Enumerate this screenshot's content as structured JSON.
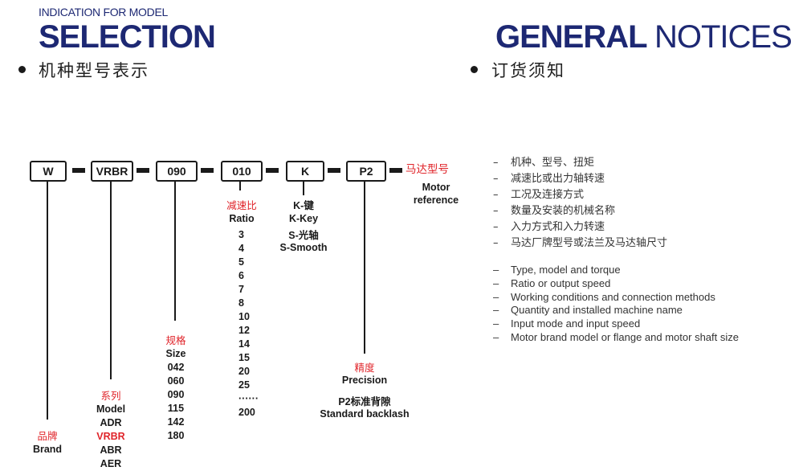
{
  "header_left": {
    "small": "INDICATION FOR MODEL",
    "big": "SELECTION",
    "cn": "机种型号表示"
  },
  "header_right": {
    "big_bold": "GENERAL",
    "big_light": "NOTICES",
    "cn": "订货须知"
  },
  "code": {
    "boxes": [
      "W",
      "VRBR",
      "090",
      "010",
      "K",
      "P2"
    ],
    "motor_cn": "马达型号",
    "motor_en_1": "Motor",
    "motor_en_2": "reference"
  },
  "brand": {
    "cn": "品牌",
    "en": "Brand"
  },
  "model": {
    "cn": "系列",
    "en": "Model",
    "items": [
      "ADR",
      "VRBR",
      "ABR",
      "AER"
    ],
    "highlight": "VRBR"
  },
  "size": {
    "cn": "规格",
    "en": "Size",
    "items": [
      "042",
      "060",
      "090",
      "115",
      "142",
      "180"
    ]
  },
  "ratio": {
    "cn": "减速比",
    "en": "Ratio",
    "items": [
      "3",
      "4",
      "5",
      "6",
      "7",
      "8",
      "10",
      "12",
      "14",
      "15",
      "20",
      "25",
      "······",
      "200"
    ]
  },
  "shaft": {
    "k_cn": "K-键",
    "k_en": "K-Key",
    "s_cn": "S-光轴",
    "s_en": "S-Smooth"
  },
  "precision": {
    "cn": "精度",
    "en": "Precision",
    "p2_cn": "P2标准背隙",
    "p2_en": "Standard backlash"
  },
  "notices": {
    "dash": "–",
    "cn": [
      "机种、型号、扭矩",
      "减速比或出力轴转速",
      "工况及连接方式",
      "数量及安装的机械名称",
      "入力方式和入力转速",
      "马达厂牌型号或法兰及马达轴尺寸"
    ],
    "en": [
      "Type, model and torque",
      "Ratio or output speed",
      "Working conditions and connection methods",
      "Quantity and installed machine name",
      "Input mode and input speed",
      "Motor brand model or flange and motor shaft size"
    ]
  },
  "colors": {
    "navy": "#1d2873",
    "red": "#e0242a",
    "black": "#1a1a1a"
  }
}
